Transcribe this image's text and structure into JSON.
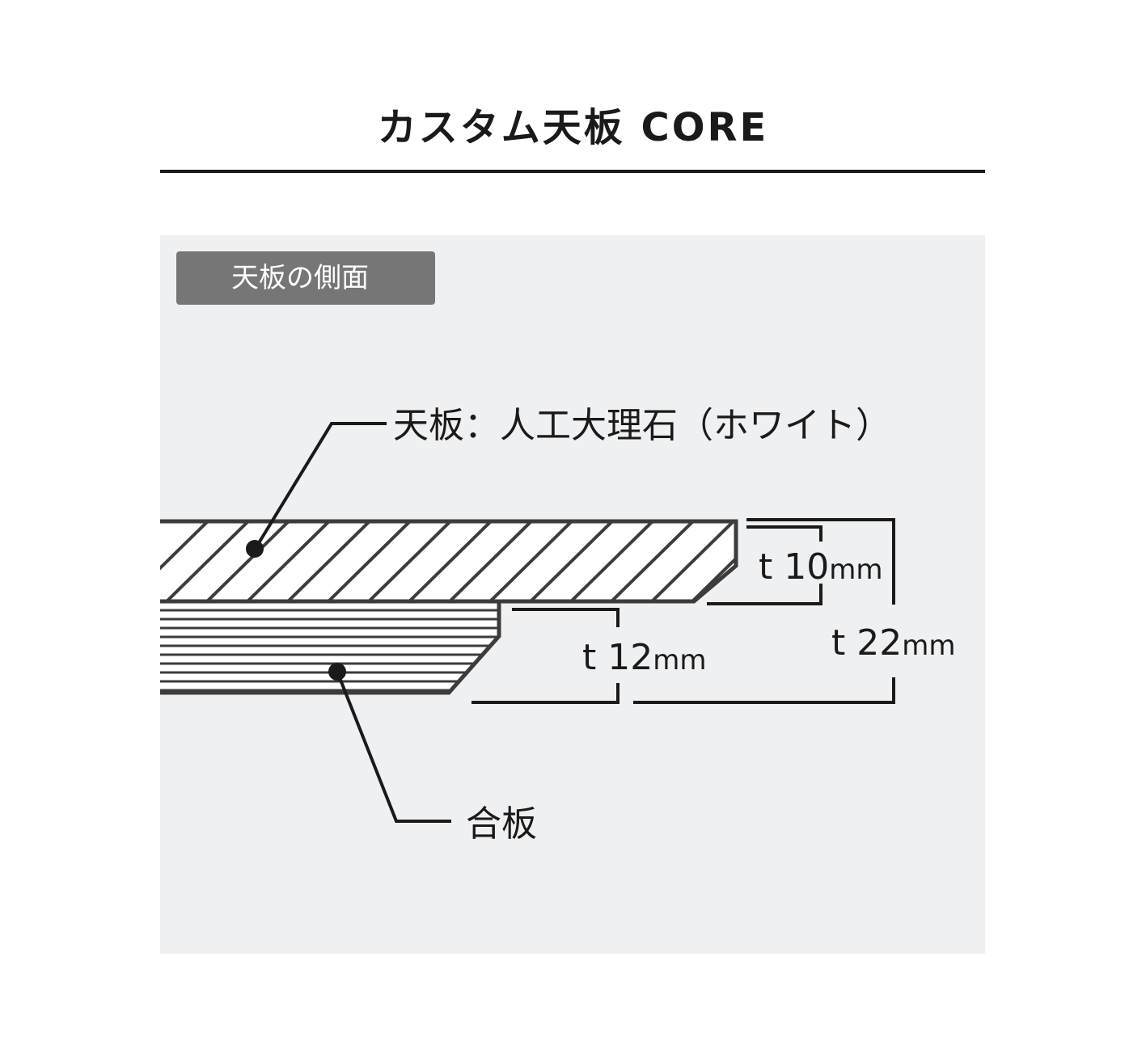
{
  "title": "カスタム天板 CORE",
  "section_label": "天板の側面",
  "callouts": {
    "top_layer": "天板：人工大理石（ホワイト）",
    "bottom_layer": "合板"
  },
  "dimensions": {
    "top": {
      "prefix": "t",
      "value": "10",
      "unit": "mm"
    },
    "bottom": {
      "prefix": "t",
      "value": "12",
      "unit": "mm"
    },
    "total": {
      "prefix": "t",
      "value": "22",
      "unit": "mm"
    }
  },
  "colors": {
    "line": "#3c3c3c",
    "panel": "#eff0f2",
    "badge": "#767676"
  }
}
